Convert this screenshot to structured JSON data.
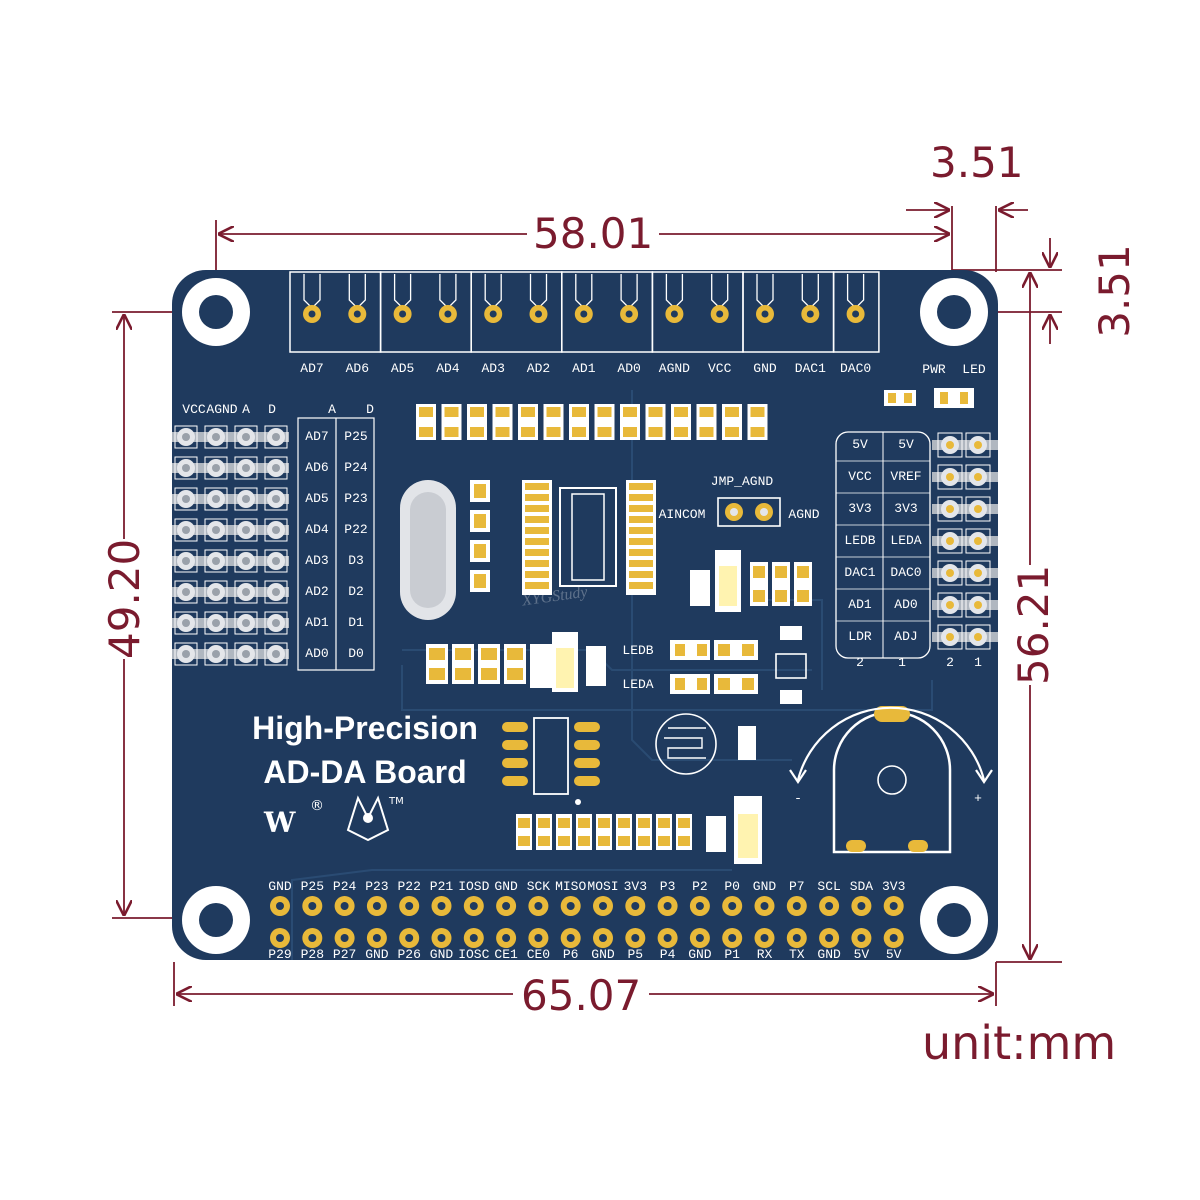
{
  "dimensions": {
    "top_width": "58.01",
    "hole_offset_x": "3.51",
    "hole_offset_y": "3.51",
    "hole_spacing_height": "49.20",
    "total_height": "56.21",
    "total_width": "65.07",
    "unit": "unit:mm"
  },
  "colors": {
    "dimension": "#7a1b2e",
    "board": "#1f3a5e",
    "pad": "#e8b93a",
    "silkscreen": "#ffffff"
  },
  "board": {
    "title_line1": "High-Precision",
    "title_line2": "AD-DA Board",
    "watermark": "XYGStudy",
    "brand_mark": "W",
    "registered_mark": "®",
    "trademark": "TM",
    "top_terminals": [
      "AD7",
      "AD6",
      "AD5",
      "AD4",
      "AD3",
      "AD2",
      "AD1",
      "AD0",
      "AGND",
      "VCC",
      "GND",
      "DAC1",
      "DAC0"
    ],
    "pwr_led": [
      "PWR",
      "LED"
    ],
    "left_header_top": [
      "VCC",
      "AGND",
      "A",
      "D",
      "A",
      "D"
    ],
    "left_labels_a": [
      "AD7",
      "AD6",
      "AD5",
      "AD4",
      "AD3",
      "AD2",
      "AD1",
      "AD0"
    ],
    "left_labels_d": [
      "P25",
      "P24",
      "P23",
      "P22",
      "D3",
      "D2",
      "D1",
      "D0"
    ],
    "jumper_title": "JMP_AGND",
    "jumper_left": "AINCOM",
    "jumper_right": "AGND",
    "right_col1": [
      "5V",
      "VCC",
      "3V3",
      "LEDB",
      "DAC1",
      "AD1",
      "LDR"
    ],
    "right_col2": [
      "5V",
      "VREF",
      "3V3",
      "LEDA",
      "DAC0",
      "AD0",
      "ADJ"
    ],
    "right_bottom": [
      "2",
      "1",
      "2",
      "1"
    ],
    "led_labels": [
      "LEDB",
      "LEDA"
    ],
    "pot_minus": "-",
    "pot_plus": "+",
    "gpio_top": [
      "GND",
      "P25",
      "P24",
      "P23",
      "P22",
      "P21",
      "IOSD",
      "GND",
      "SCK",
      "MISO",
      "MOSI",
      "3V3",
      "P3",
      "P2",
      "P0",
      "GND",
      "P7",
      "SCL",
      "SDA",
      "3V3"
    ],
    "gpio_bottom": [
      "P29",
      "P28",
      "P27",
      "GND",
      "P26",
      "GND",
      "IOSC",
      "CE1",
      "CE0",
      "P6",
      "GND",
      "P5",
      "P4",
      "GND",
      "P1",
      "RX",
      "TX",
      "GND",
      "5V",
      "5V"
    ]
  }
}
